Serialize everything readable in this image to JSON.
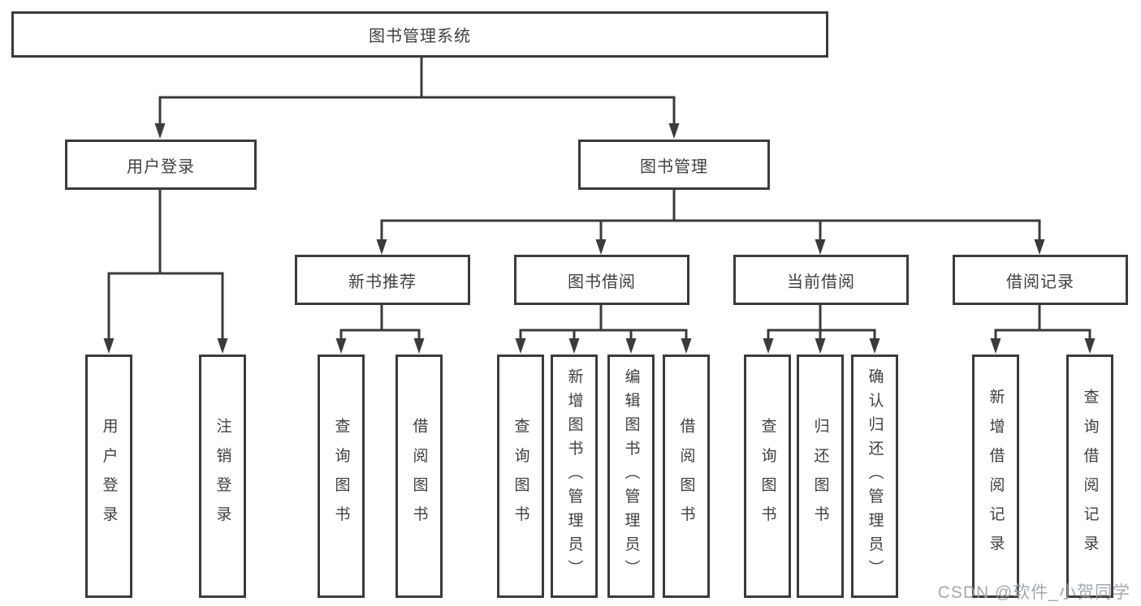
{
  "diagram": {
    "title": "图书管理系统",
    "root": {
      "label": "图书管理系统"
    },
    "branches": [
      {
        "label": "用户登录",
        "children": [
          {
            "label": "用户登录"
          },
          {
            "label": "注销登录"
          }
        ]
      },
      {
        "label": "图书管理",
        "children": [
          {
            "label": "新书推荐",
            "children": [
              {
                "label": "查询图书"
              },
              {
                "label": "借阅图书"
              }
            ]
          },
          {
            "label": "图书借阅",
            "children": [
              {
                "label": "查询图书"
              },
              {
                "label": "新增图书（管理员）"
              },
              {
                "label": "编辑图书（管理员）"
              },
              {
                "label": "借阅图书"
              }
            ]
          },
          {
            "label": "当前借阅",
            "children": [
              {
                "label": "查询图书"
              },
              {
                "label": "归还图书"
              },
              {
                "label": "确认归还（管理员）"
              }
            ]
          },
          {
            "label": "借阅记录",
            "children": [
              {
                "label": "新增借阅记录"
              },
              {
                "label": "查询借阅记录"
              }
            ]
          }
        ]
      }
    ]
  },
  "watermark": {
    "text": "CSDN @软件_小贺同学"
  },
  "colors": {
    "line": "#3b3b3b",
    "text": "#3f3f3f",
    "watermark": "#9aa0a6",
    "background": "#ffffff"
  }
}
